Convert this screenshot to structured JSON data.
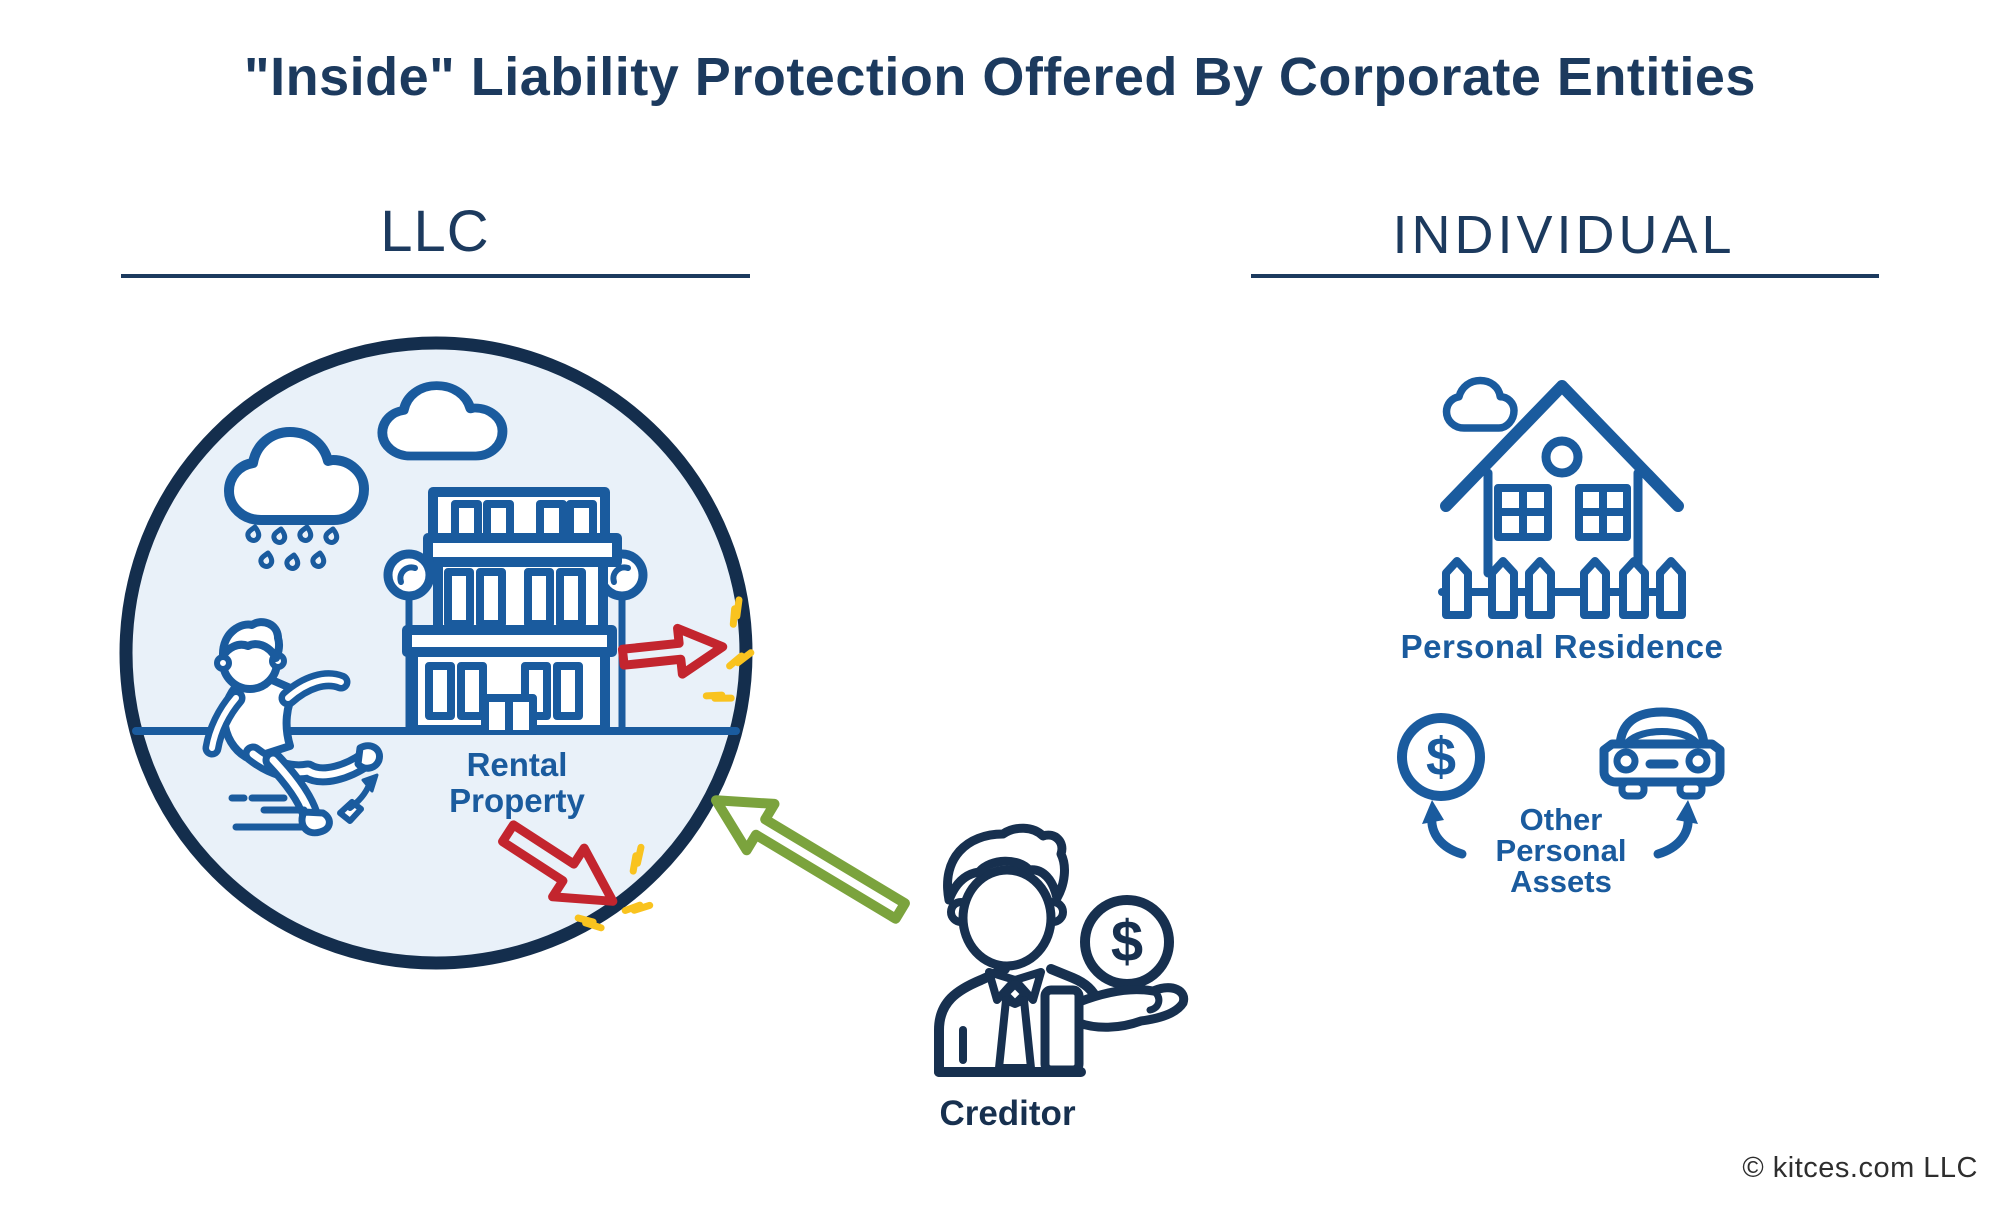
{
  "title": "\"Inside\" Liability Protection Offered By Corporate Entities",
  "colors": {
    "heading_navy": "#1c3a5e",
    "dark_navy": "#17304f",
    "icon_blue": "#1a5b9e",
    "circle_fill": "#e9f1f9",
    "circle_border": "#142e4d",
    "red": "#c3252e",
    "yellow": "#f9c31f",
    "green": "#7ba33d",
    "copyright_gray": "#2e2e2e"
  },
  "llc": {
    "heading": "LLC",
    "rental_property": {
      "line1": "Rental",
      "line2": "Property"
    },
    "icons": [
      "rain-cloud",
      "cloud",
      "apartment-building",
      "person-slipping",
      "impact-arrow-right",
      "impact-arrow-down",
      "impact-sparks"
    ]
  },
  "individual": {
    "heading": "INDIVIDUAL",
    "personal_residence": "Personal Residence",
    "other_assets": {
      "line1": "Other",
      "line2": "Personal",
      "line3": "Assets"
    },
    "icons": [
      "house",
      "dollar-coin",
      "car",
      "curved-arrow-left",
      "curved-arrow-right"
    ]
  },
  "creditor": {
    "label": "Creditor",
    "icons": [
      "creditor-person",
      "dollar-coin"
    ]
  },
  "glyphs": {
    "dollar": "$"
  },
  "footer": {
    "copyright": "© kitces.com LLC"
  }
}
